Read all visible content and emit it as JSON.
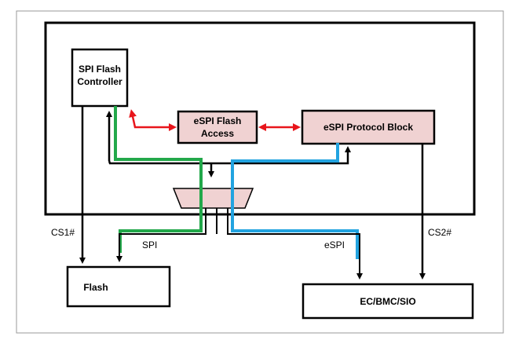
{
  "blocks": {
    "spi_flash_controller": {
      "line1": "SPI Flash",
      "line2": "Controller"
    },
    "espi_flash_access": {
      "line1": "eSPI Flash",
      "line2": "Access"
    },
    "espi_protocol_block": {
      "label": "eSPI Protocol Block"
    },
    "flash": {
      "label": "Flash"
    },
    "ec_bmc_sio": {
      "label": "EC/BMC/SIO"
    }
  },
  "signals": {
    "cs1": "CS1#",
    "cs2": "CS2#",
    "spi": "SPI",
    "espi": "eSPI"
  },
  "colors": {
    "spi_path": "#22a84a",
    "espi_path": "#22a3e0",
    "access_arrow": "#e8151b",
    "pink_fill": "#f0d2d2",
    "line": "#000000"
  }
}
